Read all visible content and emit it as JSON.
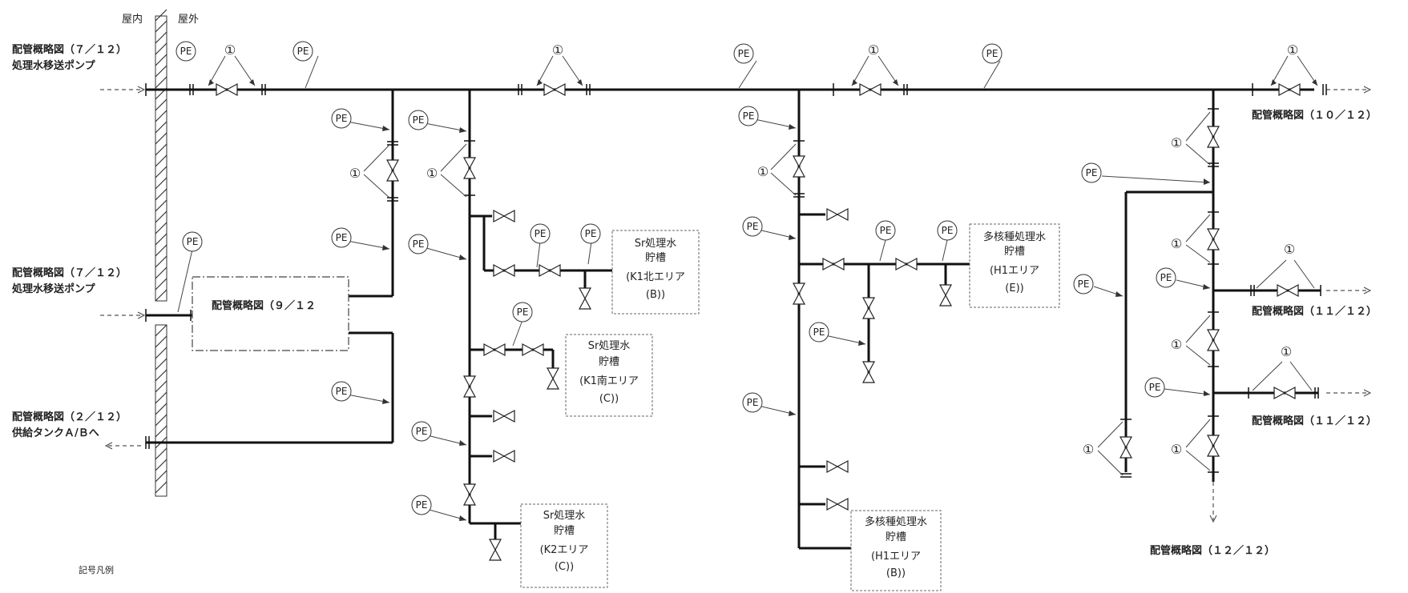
{
  "wall": {
    "indoor": "屋内",
    "outdoor": "屋外"
  },
  "refs": {
    "r7a_1": "配管概略図（７／１２）",
    "r7a_2": "処理水移送ポンプ",
    "r7b_1": "配管概略図（７／１２）",
    "r7b_2": "処理水移送ポンプ",
    "r2_1": "配管概略図（２／１２）",
    "r2_2": "供給タンクＡ/Ｂへ",
    "r9": "配管概略図（９／１２",
    "r10": "配管概略図（１０／１２）",
    "r11a": "配管概略図（１１／１２）",
    "r11b": "配管概略図（１１／１２）",
    "r12": "配管概略図（１２／１２）"
  },
  "tanks": {
    "k1n": [
      "Sr処理水",
      "貯槽",
      "(K1北エリア",
      "(B))"
    ],
    "k1s": [
      "Sr処理水",
      "貯槽",
      "(K1南エリア",
      "(C))"
    ],
    "k2": [
      "Sr処理水",
      "貯槽",
      "(K2エリア",
      "(C))"
    ],
    "h1e": [
      "多核種処理水",
      "貯槽",
      "(H1エリア",
      "(E))"
    ],
    "h1b": [
      "多核種処理水",
      "貯槽",
      "(H1エリア",
      "(B))"
    ]
  },
  "legend": "記号凡例",
  "symbols": {
    "pe": "PE",
    "one": "①"
  }
}
